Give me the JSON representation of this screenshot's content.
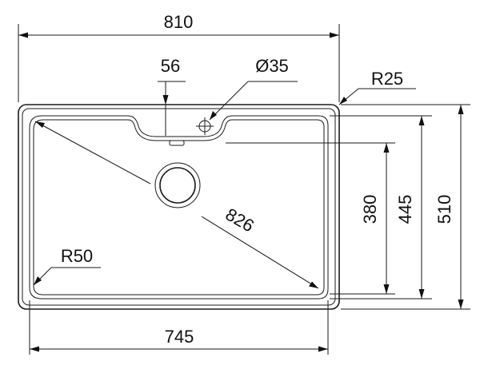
{
  "drawing": {
    "dimensions": {
      "overall_width": "810",
      "bowl_width": "745",
      "tap_offset": "56",
      "tap_hole": "Ø35",
      "corner_radius_outer": "R25",
      "corner_radius_bowl": "R50",
      "diagonal": "826",
      "depth_bowl": "380",
      "depth_inner": "445",
      "overall_depth": "510"
    }
  }
}
